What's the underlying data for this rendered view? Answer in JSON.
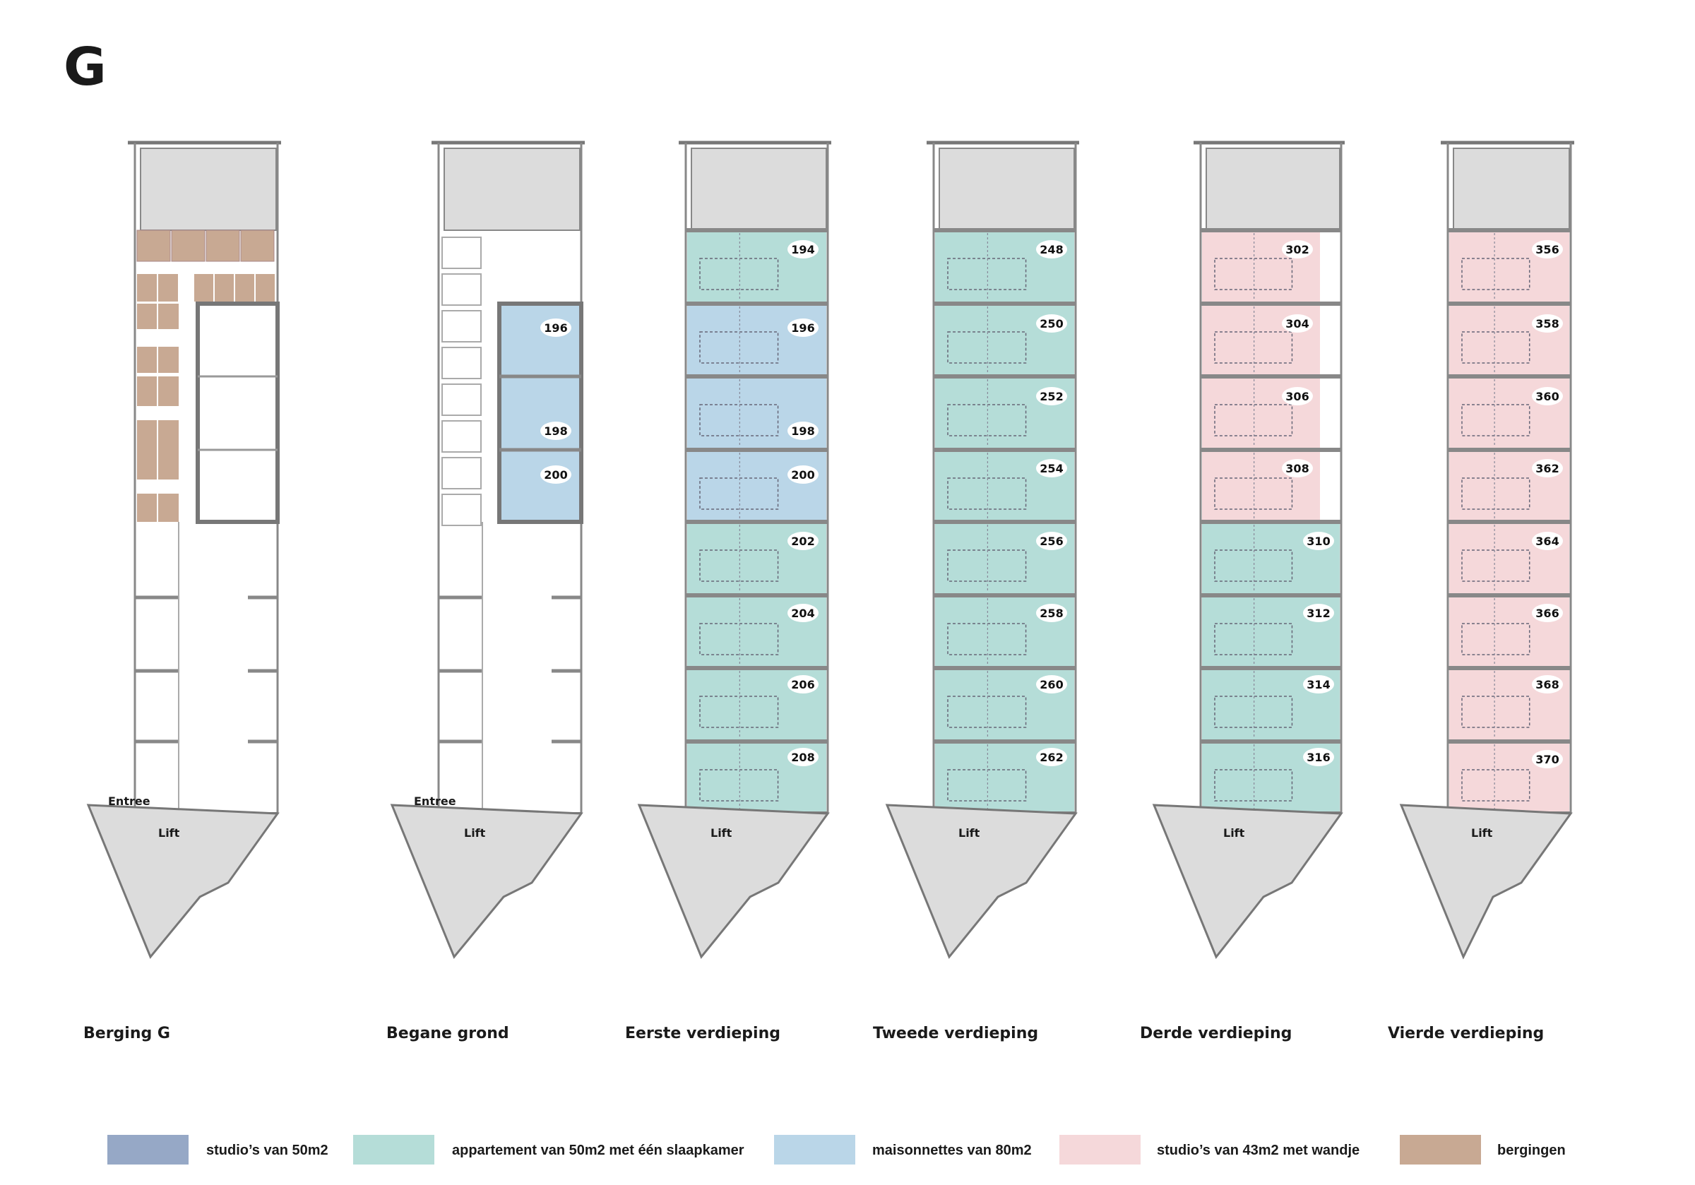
{
  "page_letter": "G",
  "colors": {
    "studio_50": "#96a8c6",
    "apartment_50": "#b5ddd8",
    "maisonette_80": "#bad6e8",
    "studio_43": "#f5d8da",
    "storage": "#c8a993",
    "common": "#dcdcdc"
  },
  "floors": [
    {
      "title": "Berging G",
      "entree": "Entree",
      "lift": "Lift",
      "units": []
    },
    {
      "title": "Begane grond",
      "entree": "Entree",
      "lift": "Lift",
      "units": [
        {
          "label": "196",
          "type": "maisonette_80"
        },
        {
          "label": "198",
          "type": "maisonette_80"
        },
        {
          "label": "200",
          "type": "maisonette_80"
        }
      ]
    },
    {
      "title": "Eerste verdieping",
      "lift": "Lift",
      "units": [
        {
          "label": "194",
          "type": "apartment_50"
        },
        {
          "label": "196",
          "type": "maisonette_80"
        },
        {
          "label": "198",
          "type": "maisonette_80"
        },
        {
          "label": "200",
          "type": "maisonette_80"
        },
        {
          "label": "202",
          "type": "apartment_50"
        },
        {
          "label": "204",
          "type": "apartment_50"
        },
        {
          "label": "206",
          "type": "apartment_50"
        },
        {
          "label": "208",
          "type": "apartment_50"
        }
      ]
    },
    {
      "title": "Tweede verdieping",
      "lift": "Lift",
      "units": [
        {
          "label": "248",
          "type": "apartment_50"
        },
        {
          "label": "250",
          "type": "apartment_50"
        },
        {
          "label": "252",
          "type": "apartment_50"
        },
        {
          "label": "254",
          "type": "apartment_50"
        },
        {
          "label": "256",
          "type": "apartment_50"
        },
        {
          "label": "258",
          "type": "apartment_50"
        },
        {
          "label": "260",
          "type": "apartment_50"
        },
        {
          "label": "262",
          "type": "apartment_50"
        }
      ]
    },
    {
      "title": "Derde verdieping",
      "lift": "Lift",
      "units": [
        {
          "label": "302",
          "type": "studio_43"
        },
        {
          "label": "304",
          "type": "studio_43"
        },
        {
          "label": "306",
          "type": "studio_43"
        },
        {
          "label": "308",
          "type": "studio_43"
        },
        {
          "label": "310",
          "type": "apartment_50"
        },
        {
          "label": "312",
          "type": "apartment_50"
        },
        {
          "label": "314",
          "type": "apartment_50"
        },
        {
          "label": "316",
          "type": "apartment_50"
        }
      ]
    },
    {
      "title": "Vierde verdieping",
      "lift": "Lift",
      "units": [
        {
          "label": "356",
          "type": "studio_43"
        },
        {
          "label": "358",
          "type": "studio_43"
        },
        {
          "label": "360",
          "type": "studio_43"
        },
        {
          "label": "362",
          "type": "studio_43"
        },
        {
          "label": "364",
          "type": "studio_43"
        },
        {
          "label": "366",
          "type": "studio_43"
        },
        {
          "label": "368",
          "type": "studio_43"
        },
        {
          "label": "370",
          "type": "studio_43"
        }
      ]
    }
  ],
  "legend": [
    {
      "label": "studio’s van 50m2",
      "type": "studio_50"
    },
    {
      "label": "appartement van 50m2 met één slaapkamer",
      "type": "apartment_50"
    },
    {
      "label": "maisonnettes van 80m2",
      "type": "maisonette_80"
    },
    {
      "label": "studio’s van 43m2 met wandje",
      "type": "studio_43"
    },
    {
      "label": "bergingen",
      "type": "storage"
    }
  ]
}
